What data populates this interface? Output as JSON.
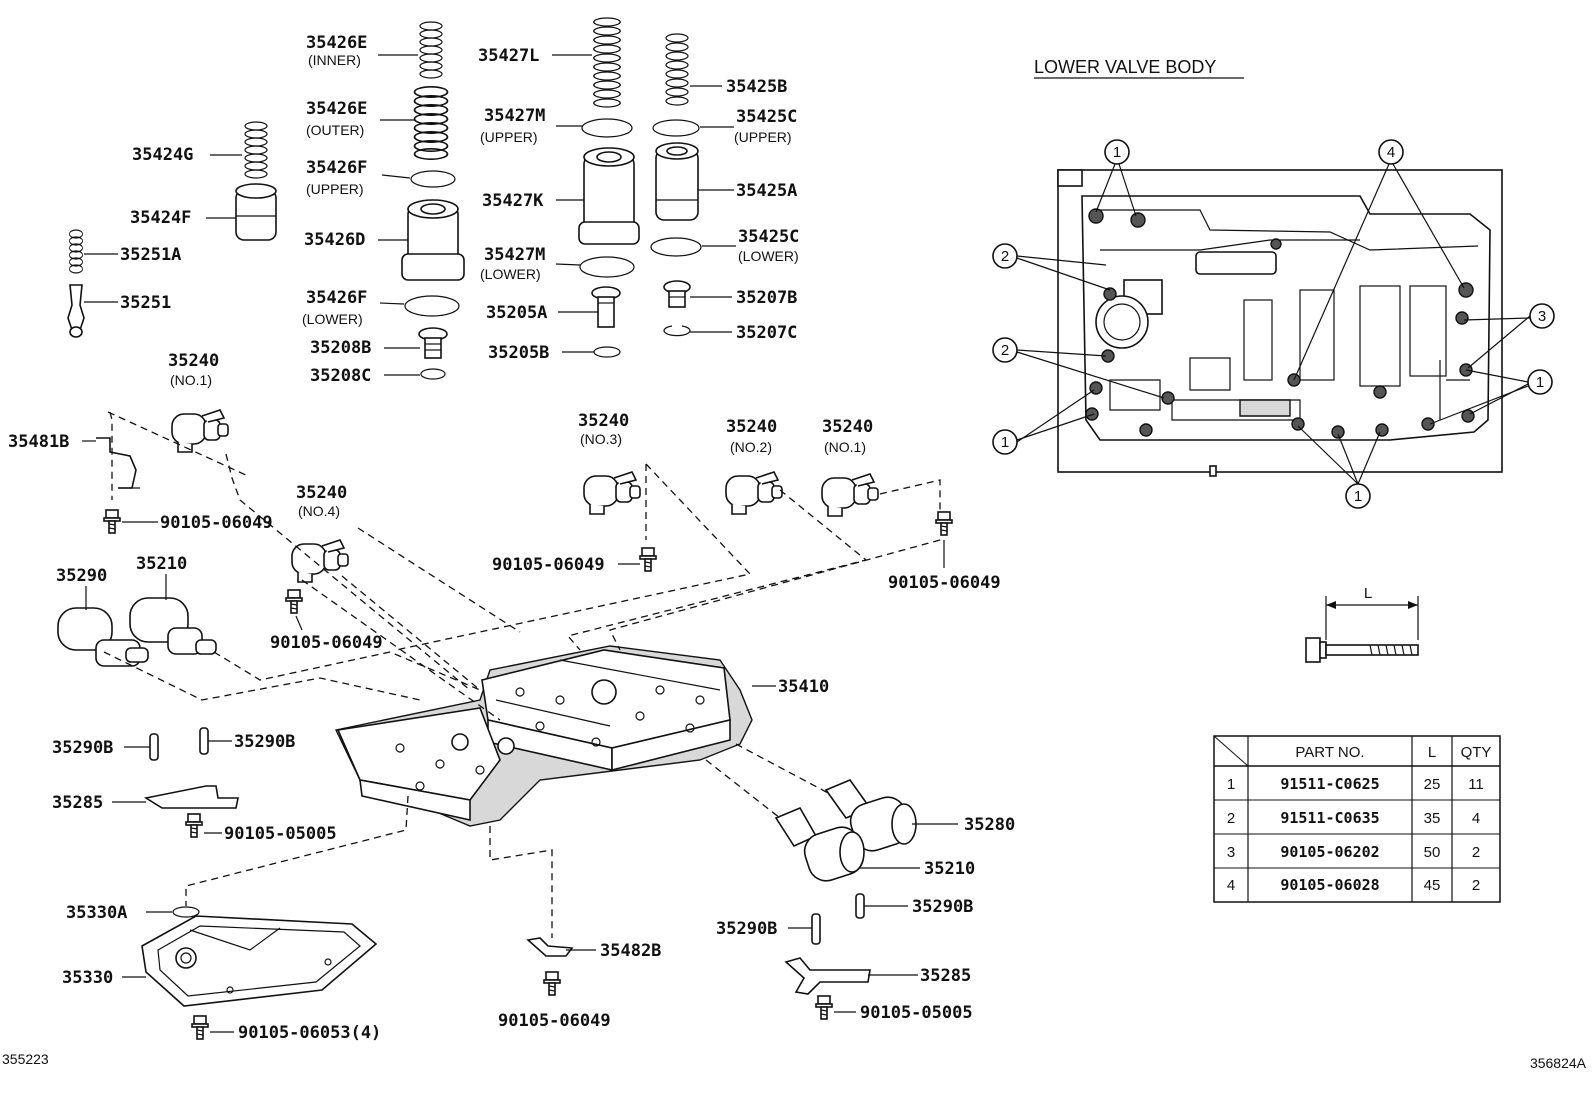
{
  "section_title": "LOWER VALVE BODY",
  "image_code_left": "355223",
  "image_code_right": "356824A",
  "labels": {
    "p35426E_inner": "35426E",
    "p35426E_inner_sub": "(INNER)",
    "p35426E_outer": "35426E",
    "p35426E_outer_sub": "(OUTER)",
    "p35426F_upper": "35426F",
    "p35426F_upper_sub": "(UPPER)",
    "p35426D": "35426D",
    "p35426F_lower": "35426F",
    "p35426F_lower_sub": "(LOWER)",
    "p35208B": "35208B",
    "p35208C": "35208C",
    "p35424G": "35424G",
    "p35424F": "35424F",
    "p35251A": "35251A",
    "p35251": "35251",
    "p35427L": "35427L",
    "p35427M_upper": "35427M",
    "p35427M_upper_sub": "(UPPER)",
    "p35427K": "35427K",
    "p35427M_lower": "35427M",
    "p35427M_lower_sub": "(LOWER)",
    "p35205A": "35205A",
    "p35205B": "35205B",
    "p35425B": "35425B",
    "p35425C_upper": "35425C",
    "p35425C_upper_sub": "(UPPER)",
    "p35425A": "35425A",
    "p35425C_lower": "35425C",
    "p35425C_lower_sub": "(LOWER)",
    "p35207B": "35207B",
    "p35207C": "35207C",
    "p35240_no1_left": "35240",
    "p35240_no1_left_sub": "(NO.1)",
    "p35481B": "35481B",
    "bolt_a": "90105-06049",
    "p35240_no4": "35240",
    "p35240_no4_sub": "(NO.4)",
    "bolt_b": "90105-06049",
    "p35240_no3": "35240",
    "p35240_no3_sub": "(NO.3)",
    "bolt_c": "90105-06049",
    "p35240_no2": "35240",
    "p35240_no2_sub": "(NO.2)",
    "p35240_no1_right": "35240",
    "p35240_no1_right_sub": "(NO.1)",
    "bolt_d": "90105-06049",
    "p35290": "35290",
    "p35210_left": "35210",
    "p35410": "35410",
    "p35290B_a": "35290B",
    "p35290B_b": "35290B",
    "p35285_left": "35285",
    "bolt_e": "90105-05005",
    "p35280": "35280",
    "p35210_right": "35210",
    "p35290B_c": "35290B",
    "p35290B_d": "35290B",
    "p35330A": "35330A",
    "p35330": "35330",
    "p35482B": "35482B",
    "bolt_f": "90105-06049",
    "p35285_right": "35285",
    "bolt_g": "90105-05005",
    "bolt_h": "90105-06053(4)"
  },
  "callouts": [
    "1",
    "2",
    "3",
    "4"
  ],
  "length_label": "L",
  "table": {
    "headers": [
      "PART NO.",
      "L",
      "QTY"
    ],
    "rows": [
      {
        "n": "1",
        "part": "91511-C0625",
        "l": "25",
        "qty": "11"
      },
      {
        "n": "2",
        "part": "91511-C0635",
        "l": "35",
        "qty": "4"
      },
      {
        "n": "3",
        "part": "90105-06202",
        "l": "50",
        "qty": "2"
      },
      {
        "n": "4",
        "part": "90105-06028",
        "l": "45",
        "qty": "2"
      }
    ]
  }
}
